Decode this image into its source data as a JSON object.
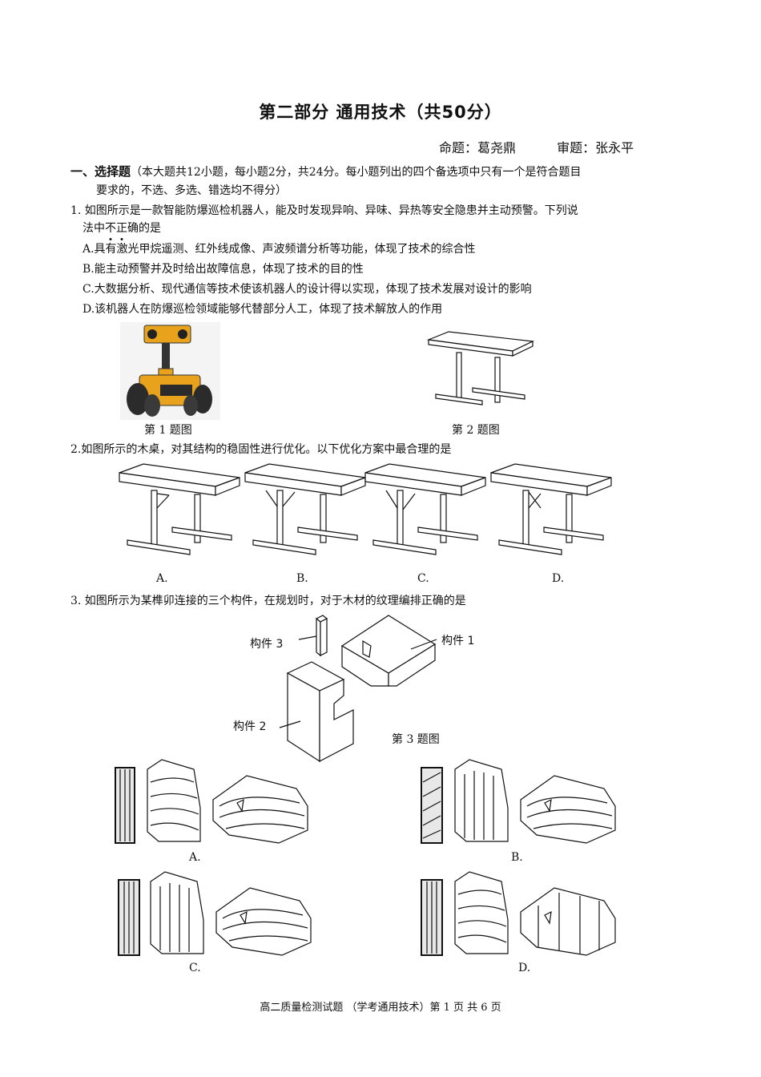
{
  "header": {
    "title": "第二部分   通用技术（共50分）",
    "setter": "命题：葛尧鼎",
    "reviewer": "审题：张永平"
  },
  "section": {
    "heading": "一、选择题",
    "instructions_line1": "（本大题共12小题，每小题2分，共24分。每小题列出的四个备选项中只有一个是符合题目",
    "instructions_line2": "要求的，不选、多选、错选均不得分）"
  },
  "q1": {
    "stem_line1": "1.  如图所示是一款智能防爆巡检机器人，能及时发现异响、异味、异热等安全隐患并主动预警。下列说",
    "stem_prefix": "法中",
    "stem_emph1": "不",
    "stem_emph2": "正",
    "stem_emph3": "确",
    "stem_suffix": "的是",
    "options": [
      "A.具有激光甲烷遥测、红外线成像、声波频谱分析等功能，体现了技术的综合性",
      "B.能主动预警并及时给出故障信息，体现了技术的目的性",
      "C.大数据分析、现代通信等技术使该机器人的设计得以实现，体现了技术发展对设计的影响",
      "D.该机器人在防爆巡检领域能够代替部分人工，体现了技术解放人的作用"
    ],
    "fig_caption": "第 1 题图"
  },
  "q2": {
    "fig_caption": "第 2 题图",
    "stem": "2.如图所示的木桌，对其结构的稳固性进行优化。以下优化方案中最合理的是",
    "option_labels": [
      "A.",
      "B.",
      "C.",
      "D."
    ]
  },
  "q3": {
    "stem": "3.  如图所示为某榫卯连接的三个构件，在规划时，对于木材的纹理编排正确的是",
    "part1": "构件 1",
    "part2": "构件 2",
    "part3": "构件 3",
    "fig_caption": "第 3 题图",
    "option_labels": [
      "A.",
      "B.",
      "C.",
      "D."
    ]
  },
  "footer": {
    "text": "高二质量检测试题 （学考通用技术）第 1 页 共 6 页"
  },
  "colors": {
    "robot_body": "#e8a21c",
    "robot_dark": "#2b2b2b",
    "ink": "#111111"
  }
}
